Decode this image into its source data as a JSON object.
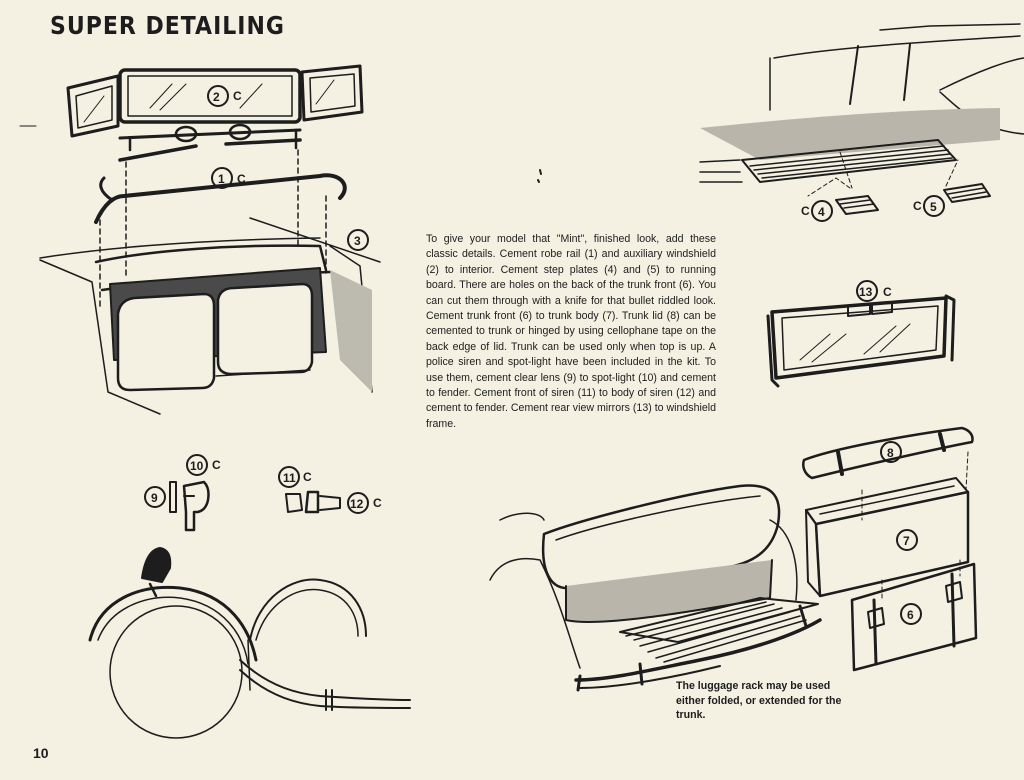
{
  "page": {
    "title": "SUPER DETAILING",
    "page_number": "10",
    "instructions": "To give your model that \"Mint\", finished look, add these classic details. Cement robe rail (1) and auxiliary windshield (2) to interior. Cement step plates (4) and (5) to running board. There are holes on the back of the trunk front (6). You can cut them through with a knife for that bullet riddled look. Cement trunk front (6) to trunk body (7). Trunk lid (8) can be cemented to trunk or hinged by using cellophane tape on the back edge of lid. Trunk can be used only when top is up. A police siren and spot-light have been included in the kit. To use them, cement clear lens (9) to spot-light (10) and cement to fender. Cement front of siren (11) to body of siren (12) and cement to fender. Cement rear view mirrors (13) to windshield frame.",
    "luggage_caption": "The luggage rack may be used either folded, or extended for the trunk."
  },
  "part_labels": {
    "p1": "1",
    "p2": "2",
    "p3": "3",
    "p4": "4",
    "p5": "5",
    "p6": "6",
    "p7": "7",
    "p8": "8",
    "p9": "9",
    "p10": "10",
    "p11": "11",
    "p12": "12",
    "p13": "13",
    "c": "C"
  }
}
